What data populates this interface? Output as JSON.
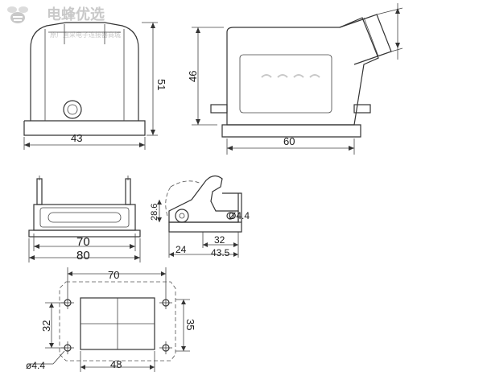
{
  "watermark": {
    "brand": "电蜂优选",
    "tagline": "原厂直采电子连接器商城",
    "color": "#c9c9c9"
  },
  "front_view": {
    "width": "43",
    "height": "51"
  },
  "side_view": {
    "height": "46",
    "length": "60"
  },
  "base_view": {
    "inner_width": "70",
    "outer_width": "80"
  },
  "latch_detail": {
    "height": "28.6",
    "hole": "Ø4.4",
    "dim_a": "24",
    "dim_b": "32",
    "dim_c": "43.5"
  },
  "mounting_view": {
    "top_width": "70",
    "height": "32",
    "bottom_width": "48",
    "right_height": "35",
    "hole": "ø4.4"
  }
}
